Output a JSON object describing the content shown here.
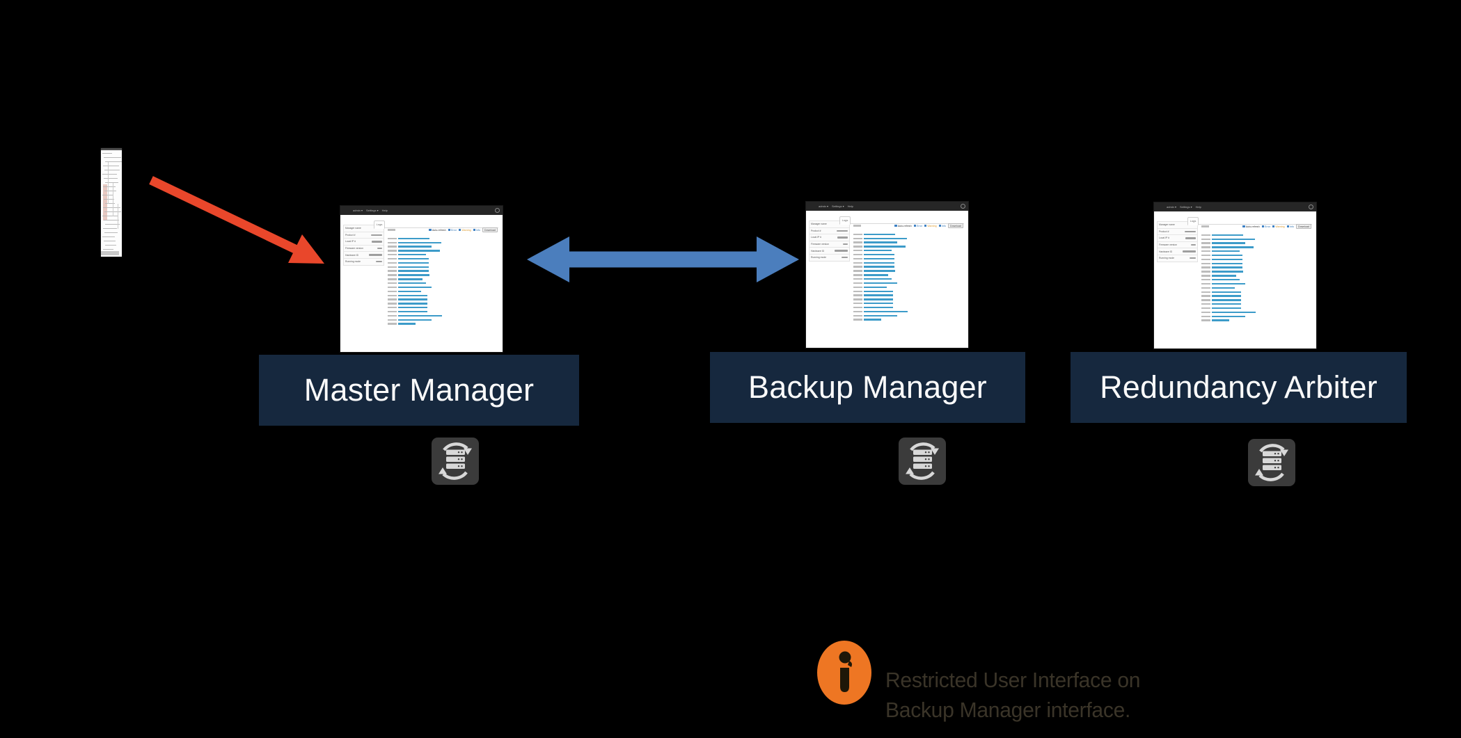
{
  "canvas": {
    "background": "#000000"
  },
  "nodes": [
    {
      "id": "master",
      "label": "Master Manager"
    },
    {
      "id": "backup",
      "label": "Backup Manager"
    },
    {
      "id": "arbiter",
      "label": "Redundancy Arbiter"
    }
  ],
  "mini_window": {
    "menu": [
      "admin ▾",
      "Settings ▾",
      "Help"
    ],
    "tab": "Logs",
    "sidebar_labels": [
      "Manager name",
      "Product #",
      "Local IP #",
      "Firmware version",
      "Hardware ID",
      "Running mode"
    ],
    "sidebar_value_widths": [
      5,
      16,
      15,
      7,
      19,
      9
    ],
    "filters": [
      {
        "label": "Auto-refresh",
        "color": "#333333"
      },
      {
        "label": "Error",
        "color": "#3577B5"
      },
      {
        "label": "Warning",
        "color": "#DE9B2D"
      },
      {
        "label": "Info",
        "color": "#3577B5"
      }
    ],
    "download_label": "Download",
    "log_row_widths": [
      45,
      62,
      48,
      60,
      40,
      44,
      44,
      44,
      44,
      45,
      35,
      40,
      48,
      33,
      42,
      42,
      42,
      42,
      42,
      63,
      48,
      25
    ]
  },
  "note": {
    "line1": "Restricted User Interface on",
    "line2": "Backup Manager interface.",
    "icon": "info-icon",
    "icon_color": "#EE7623",
    "glyph_color": "#1E1708",
    "text_color": "#3A3428"
  },
  "arrows": {
    "red_arrow_color": "#E9472B",
    "blue_arrow_color": "#4B7EBD"
  },
  "icons": {
    "sync_icon_bg": "#3B3B3B",
    "sync_icon_fg": "#D8D8D8"
  }
}
